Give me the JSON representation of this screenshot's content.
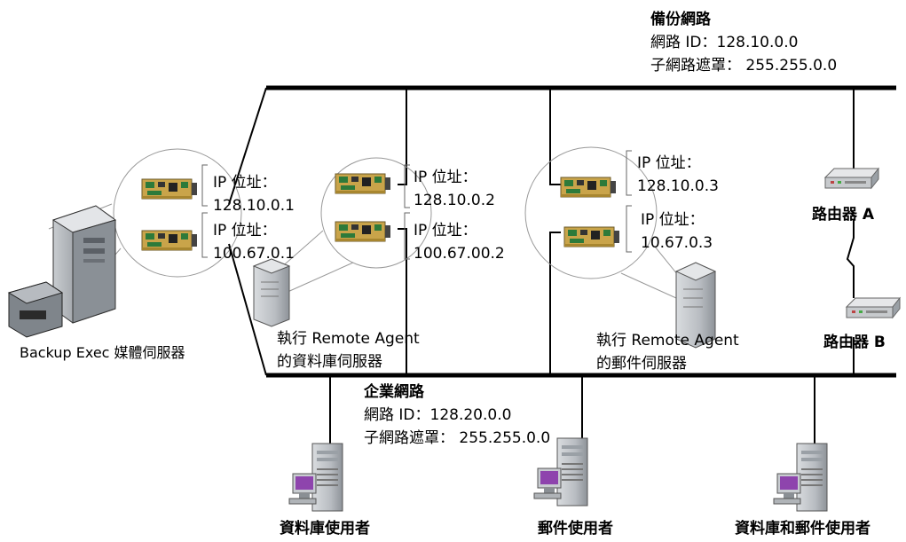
{
  "backup_network": {
    "title": "備份網路",
    "network_id": "網路 ID：128.10.0.0",
    "subnet_mask": "子網路遮罩： 255.255.0.0"
  },
  "corporate_network": {
    "title": "企業網路",
    "network_id": "網路 ID：128.20.0.0",
    "subnet_mask": "子網路遮罩： 255.255.0.0"
  },
  "media_server": {
    "label": "Backup Exec 媒體伺服器"
  },
  "db_server": {
    "line1": "執行 Remote Agent",
    "line2": "的資料庫伺服器"
  },
  "mail_server": {
    "line1": "執行 Remote Agent",
    "line2": "的郵件伺服器"
  },
  "router_a": {
    "label": "路由器 A"
  },
  "router_b": {
    "label": "路由器 B"
  },
  "nic_labels": {
    "media_1": {
      "caption": "IP 位址：",
      "ip": "128.10.0.1"
    },
    "media_2": {
      "caption": "IP 位址：",
      "ip": "100.67.0.1"
    },
    "db_1": {
      "caption": "IP 位址：",
      "ip": "128.10.0.2"
    },
    "db_2": {
      "caption": "IP 位址：",
      "ip": "100.67.00.2"
    },
    "mail_1": {
      "caption": "IP 位址：",
      "ip": "128.10.0.3"
    },
    "mail_2": {
      "caption": "IP 位址：",
      "ip": "10.67.0.3"
    }
  },
  "users": {
    "db_user": "資料庫使用者",
    "mail_user": "郵件使用者",
    "db_mail_user": "資料庫和郵件使用者"
  },
  "colors": {
    "line": "#000000",
    "card_green": "#2d7a3a",
    "card_gold": "#c9a44a",
    "server_grey": "#b8bcc0",
    "monitor_purple": "#8e44ad"
  }
}
